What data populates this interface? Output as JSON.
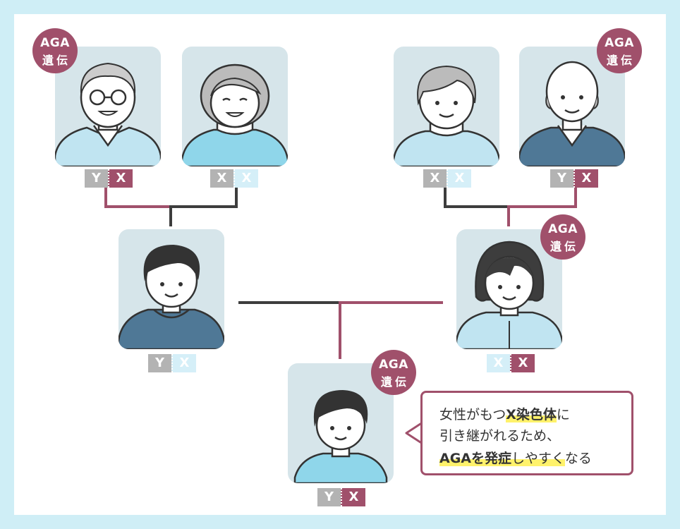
{
  "badge": {
    "line1": "AGA",
    "line2": "遺伝"
  },
  "chromosomes": {
    "gf_paternal": [
      "Y",
      "X"
    ],
    "gm_paternal": [
      "X",
      "X"
    ],
    "gm_maternal": [
      "X",
      "X"
    ],
    "gf_maternal": [
      "Y",
      "X"
    ],
    "father": [
      "Y",
      "X"
    ],
    "mother": [
      "X",
      "X"
    ],
    "child": [
      "Y",
      "X"
    ]
  },
  "bubble": {
    "line1_pre": "女性がもつ",
    "line1_hl": "X染色体",
    "line1_post": "に",
    "line2": "引き継がれるため、",
    "line3_hl": "AGAを発症",
    "line3_mid": "しやすく",
    "line3_post": "なる"
  },
  "colors": {
    "background": "#cfeef6",
    "maroon": "#a0506b",
    "dark_line": "#3d3d3d",
    "card": "#d6e5ea",
    "highlight": "#fff26b"
  }
}
